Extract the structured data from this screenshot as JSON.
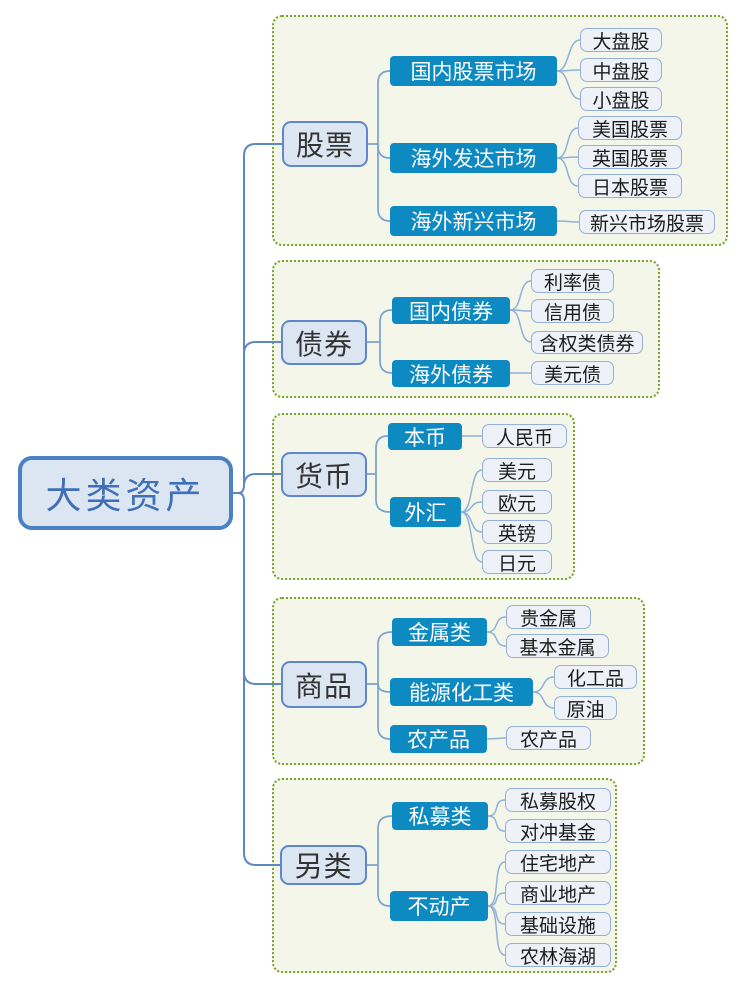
{
  "diagram_title": "大类资产",
  "colors": {
    "root_fill": "#dce6f2",
    "root_border": "#4a80c4",
    "root_text": "#3f6fb5",
    "level1_fill": "#dce6f3",
    "level1_border": "#5f87cc",
    "level2_fill": "#0e8ac2",
    "level2_text": "#ffffff",
    "level3_fill": "#eef1f8",
    "level3_border": "#93b1d9",
    "group_border_dotted": "#7aa32c",
    "group_fill": "#f3f6e9",
    "connector": "#7ba3d0"
  },
  "root": {
    "label": "大类资产"
  },
  "branches": [
    {
      "label": "股票",
      "children": [
        {
          "label": "国内股票市场",
          "children": [
            {
              "label": "大盘股"
            },
            {
              "label": "中盘股"
            },
            {
              "label": "小盘股"
            }
          ]
        },
        {
          "label": "海外发达市场",
          "children": [
            {
              "label": "美国股票"
            },
            {
              "label": "英国股票"
            },
            {
              "label": "日本股票"
            }
          ]
        },
        {
          "label": "海外新兴市场",
          "children": [
            {
              "label": "新兴市场股票"
            }
          ]
        }
      ]
    },
    {
      "label": "债券",
      "children": [
        {
          "label": "国内债券",
          "children": [
            {
              "label": "利率债"
            },
            {
              "label": "信用债"
            },
            {
              "label": "含权类债券"
            }
          ]
        },
        {
          "label": "海外债券",
          "children": [
            {
              "label": "美元债"
            }
          ]
        }
      ]
    },
    {
      "label": "货币",
      "children": [
        {
          "label": "本币",
          "children": [
            {
              "label": "人民币"
            }
          ]
        },
        {
          "label": "外汇",
          "children": [
            {
              "label": "美元"
            },
            {
              "label": "欧元"
            },
            {
              "label": "英镑"
            },
            {
              "label": "日元"
            }
          ]
        }
      ]
    },
    {
      "label": "商品",
      "children": [
        {
          "label": "金属类",
          "children": [
            {
              "label": "贵金属"
            },
            {
              "label": "基本金属"
            }
          ]
        },
        {
          "label": "能源化工类",
          "children": [
            {
              "label": "化工品"
            },
            {
              "label": "原油"
            }
          ]
        },
        {
          "label": "农产品",
          "children": [
            {
              "label": "农产品"
            }
          ]
        }
      ]
    },
    {
      "label": "另类",
      "children": [
        {
          "label": "私募类",
          "children": [
            {
              "label": "私募股权"
            },
            {
              "label": "对冲基金"
            }
          ]
        },
        {
          "label": "不动产",
          "children": [
            {
              "label": "住宅地产"
            },
            {
              "label": "商业地产"
            },
            {
              "label": "基础设施"
            },
            {
              "label": "农林海湖"
            }
          ]
        }
      ]
    }
  ]
}
